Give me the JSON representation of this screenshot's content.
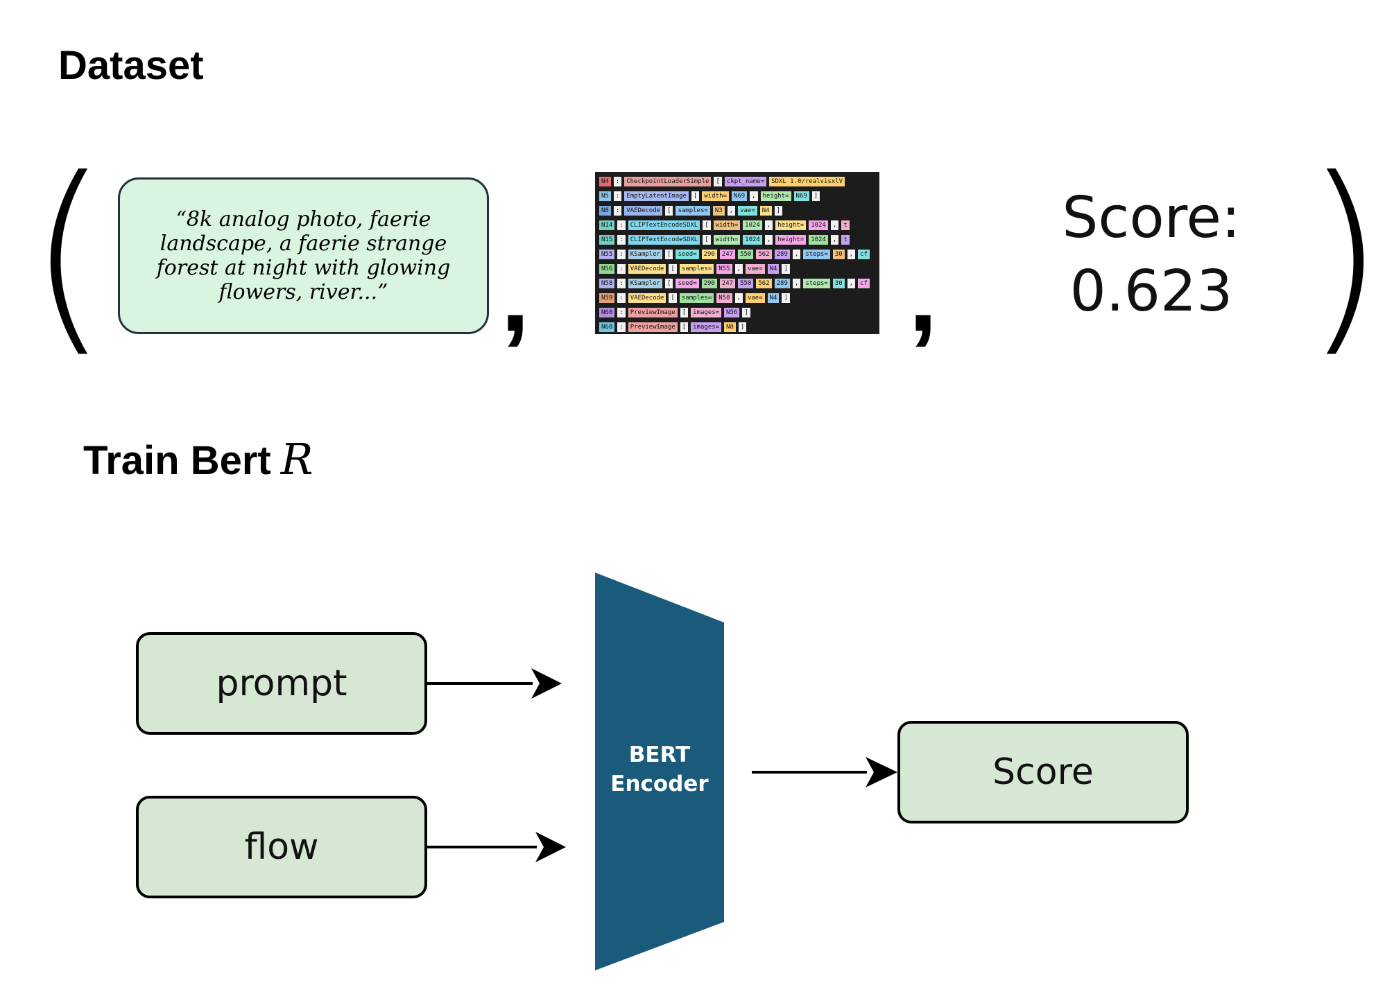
{
  "dataset": {
    "heading": "Dataset",
    "prompt_text": "“8k analog photo, faerie landscape, a faerie strange forest at night with glowing flowers, river...”",
    "flow_rows": [
      [
        "N4",
        ":",
        "CheckpointLoaderSimple",
        "[",
        "ckpt_name=",
        "SDXL 1.0/realvisxlV"
      ],
      [
        "N5",
        ":",
        "EmptyLatentImage",
        "[",
        "width=",
        "N69",
        ",",
        "height=",
        "N69",
        "]"
      ],
      [
        "N8",
        ":",
        "VAEDecode",
        "[",
        "samples=",
        "N3",
        ",",
        "vae=",
        "N4",
        "]"
      ],
      [
        "N14",
        ":",
        "CLIPTextEncodeSDXL",
        "[",
        "width=",
        "1024",
        ",",
        "height=",
        "1024",
        ",",
        "t"
      ],
      [
        "N15",
        ":",
        "CLIPTextEncodeSDXL",
        "[",
        "width=",
        "1024",
        ",",
        "height=",
        "1024",
        ",",
        "t"
      ],
      [
        "N55",
        ":",
        "KSampler",
        "[",
        "seed=",
        "290",
        "247",
        "550",
        "562",
        "289",
        ",",
        "steps=",
        "30",
        ",",
        "cf"
      ],
      [
        "N56",
        ":",
        "VAEDecode",
        "[",
        "samples=",
        "N55",
        ",",
        "vae=",
        "N4",
        "]"
      ],
      [
        "N58",
        ":",
        "KSampler",
        "[",
        "seed=",
        "290",
        "247",
        "550",
        "562",
        "289",
        ",",
        "steps=",
        "30",
        ",",
        "cf"
      ],
      [
        "N59",
        ":",
        "VAEDecode",
        "[",
        "samples=",
        "N58",
        ",",
        "vae=",
        "N4",
        "]"
      ],
      [
        "N60",
        ":",
        "PreviewImage",
        "[",
        "images=",
        "N56",
        "]"
      ],
      [
        "N68",
        ":",
        "PreviewImage",
        "[",
        "images=",
        "N8",
        "]"
      ]
    ],
    "score_label": "Score:",
    "score_value": "0.623",
    "open_paren": "(",
    "close_paren": ")",
    "separator": ","
  },
  "train": {
    "heading": "Train Bert",
    "model_symbol": "R",
    "input_prompt": "prompt",
    "input_flow": "flow",
    "encoder_line1": "BERT",
    "encoder_line2": "Encoder",
    "output": "Score"
  },
  "colors": {
    "prompt_card_fill": "#d9f5df",
    "node_fill": "#d6e8d4",
    "encoder_fill": "#1a5a7a",
    "flow_background": "#1c1c1c"
  }
}
